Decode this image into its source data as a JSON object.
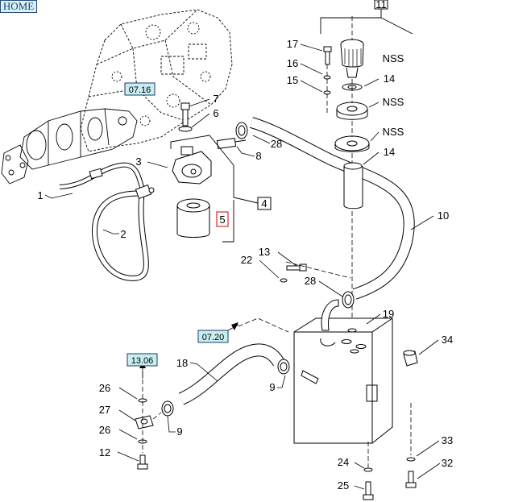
{
  "home_label": "HOME",
  "refs": {
    "r0716": "07.16",
    "r0720": "07.20",
    "r1306": "13.06"
  },
  "boxed": {
    "b11": "11",
    "b4": "4",
    "b5": "5"
  },
  "callouts": {
    "c1": "1",
    "c2": "2",
    "c3": "3",
    "c6": "6",
    "c7": "7",
    "c8": "8",
    "c28a": "28",
    "c17": "17",
    "c16": "16",
    "c15": "15",
    "nss1": "NSS",
    "c14a": "14",
    "nss2": "NSS",
    "nss3": "NSS",
    "c14b": "14",
    "c10": "10",
    "c13": "13",
    "c22": "22",
    "c28b": "28",
    "c19": "19",
    "c34": "34",
    "c18": "18",
    "c9a": "9",
    "c26a": "26",
    "c27": "27",
    "c26b": "26",
    "c9b": "9",
    "c12": "12",
    "c24": "24",
    "c33": "33",
    "c32": "32",
    "c25": "25"
  },
  "colors": {
    "ref_fill": "#c8eef2",
    "ref_border": "#1e3a66",
    "boxed_5_border": "#cc0000",
    "line": "#000000"
  }
}
